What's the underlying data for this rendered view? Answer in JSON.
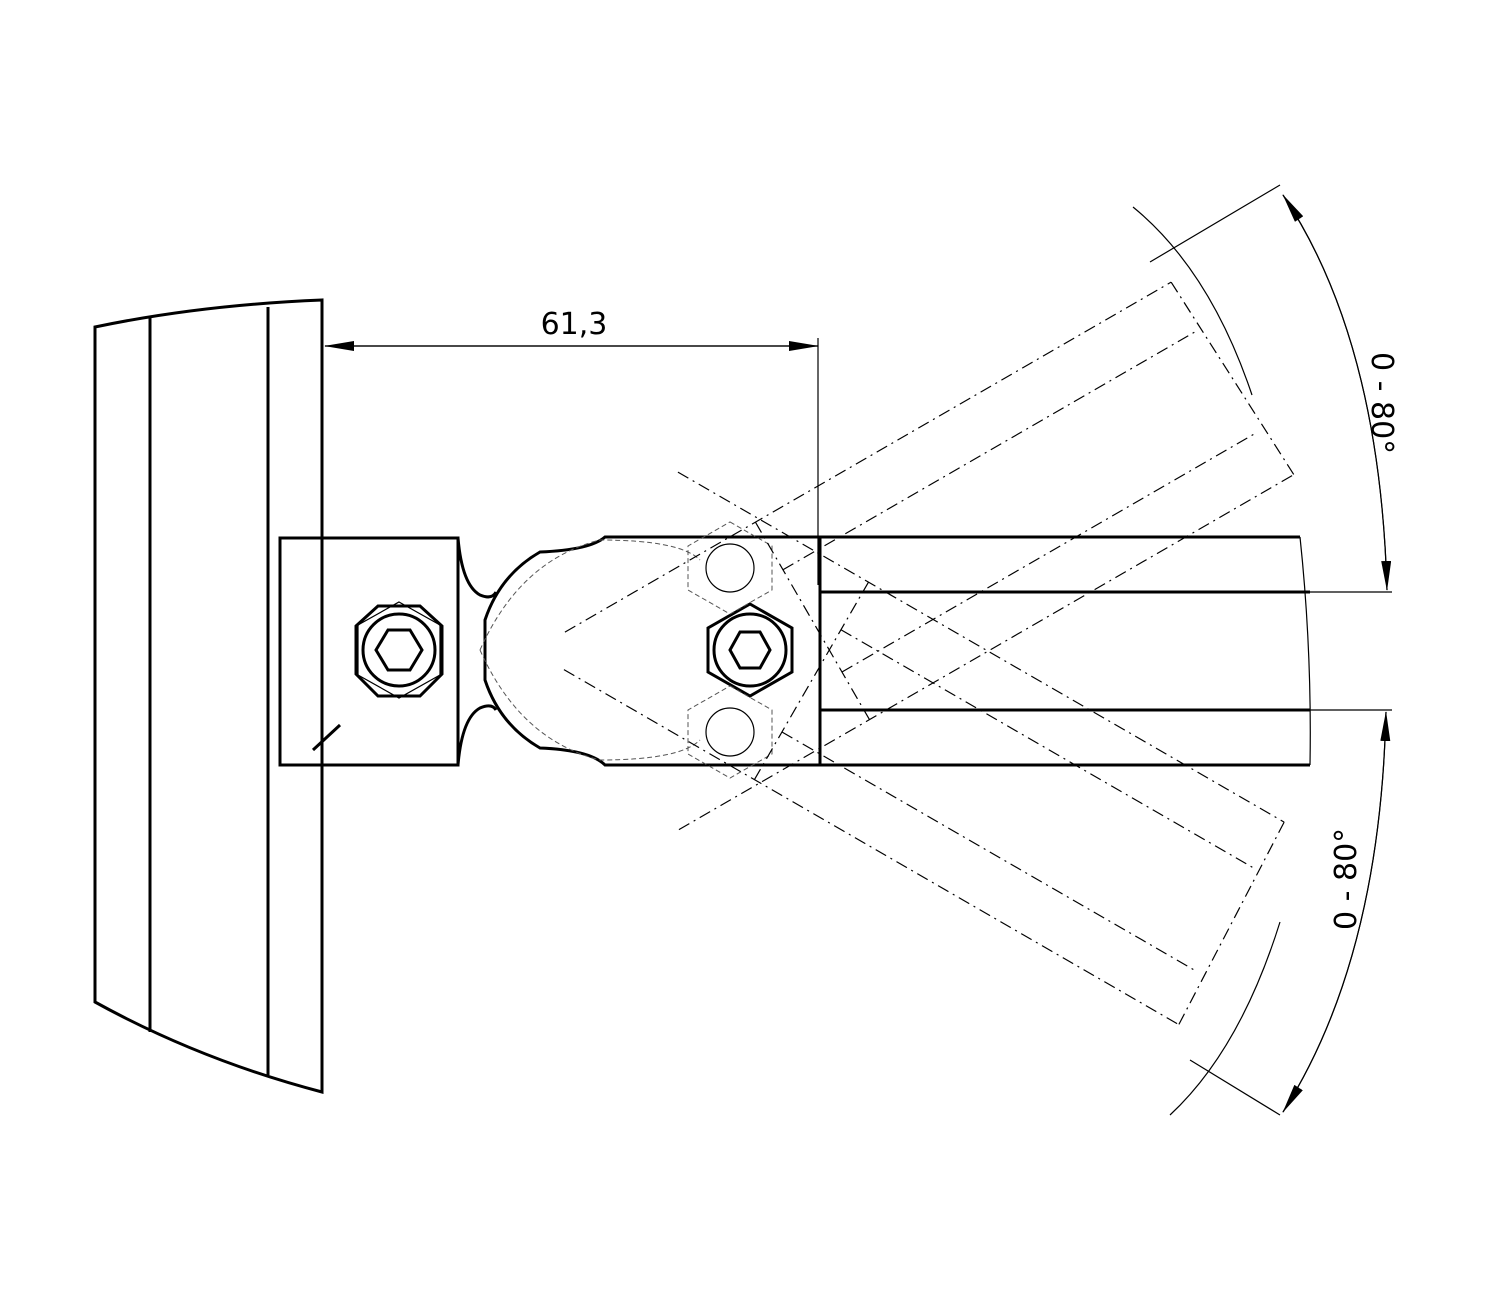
{
  "drawing": {
    "dimension_length": "61,3",
    "angle_upper": "0 - 80°",
    "angle_lower": "0 - 80°"
  }
}
